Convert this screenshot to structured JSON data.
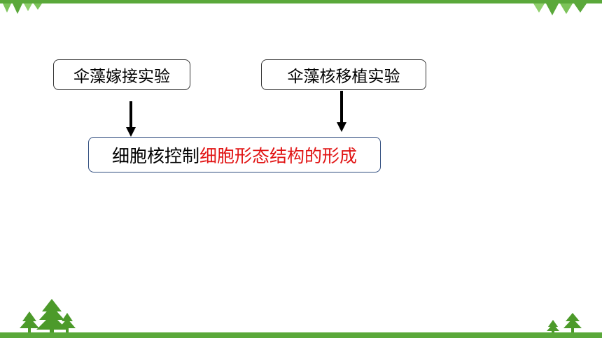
{
  "colors": {
    "frame_green": "#5aa83a",
    "tree_green": "#4c9a2a",
    "highlight_red": "#e11414",
    "result_border": "#2f4c7e"
  },
  "icons": [
    "triangle-garland-icon",
    "pine-tree-icon"
  ],
  "diagram": {
    "source_left": "伞藻嫁接实验",
    "source_right": "伞藻核移植实验",
    "result_prefix": "细胞核控制",
    "result_highlight": "细胞形态结构的形成"
  }
}
